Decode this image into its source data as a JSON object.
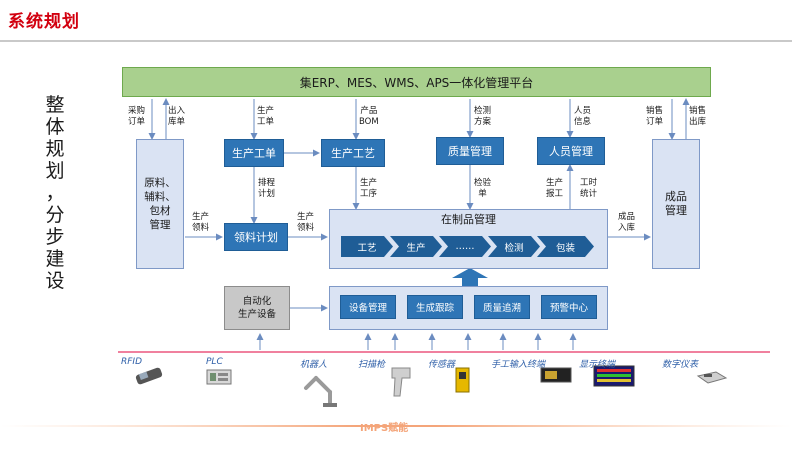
{
  "page_title": "系统规划",
  "side_text": [
    "整",
    "体",
    "规",
    "划",
    "，",
    "分",
    "步",
    "建",
    "设"
  ],
  "platform": "集ERP、MES、WMS、APS一体化管理平台",
  "boxes": {
    "raw": [
      "原料、",
      "辅料、",
      "包材",
      "管理"
    ],
    "finished": [
      "成品",
      "管理"
    ],
    "prod_order": "生产工单",
    "prod_process": "生产工艺",
    "quality": "质量管理",
    "personnel": "人员管理",
    "material_plan": "领料计划",
    "wip": "在制品管理",
    "auto": [
      "自动化",
      "生产设备"
    ]
  },
  "labels": {
    "purchase": [
      "采购",
      "订单"
    ],
    "inout": [
      "出入",
      "库单"
    ],
    "prod_order_top": [
      "生产",
      "工单"
    ],
    "bom": [
      "产品",
      "BOM"
    ],
    "inspect_plan": [
      "检测",
      "方案"
    ],
    "person_info": [
      "人员",
      "信息"
    ],
    "sales_order": [
      "销售",
      "订单"
    ],
    "sales_out": [
      "销售",
      "出库"
    ],
    "schedule": [
      "排程",
      "计划"
    ],
    "prod_process_lbl": [
      "生产",
      "工序"
    ],
    "inspect_doc": [
      "检验",
      "单"
    ],
    "prod_report": [
      "生产",
      "报工"
    ],
    "work_hours": [
      "工时",
      "统计"
    ],
    "prod_pick1": [
      "生产",
      "领料"
    ],
    "prod_pick2": [
      "生产",
      "领料"
    ],
    "finished_in": [
      "成品",
      "入库"
    ]
  },
  "wip_steps": [
    "工艺",
    "生产",
    "……",
    "检测",
    "包装"
  ],
  "bottom_modules": [
    "设备管理",
    "生成跟踪",
    "质量追溯",
    "预警中心"
  ],
  "devices": [
    "RFID",
    "PLC",
    "机器人",
    "扫描枪",
    "传感器",
    "手工输入终端",
    "显示终端",
    "数字仪表"
  ],
  "footer": "IMPS赋能",
  "colors": {
    "title": "#d2000f",
    "platform": "#a9d08e",
    "module": "#2e75b6",
    "panel": "#dae3f3",
    "device_line": "#e0003c"
  }
}
